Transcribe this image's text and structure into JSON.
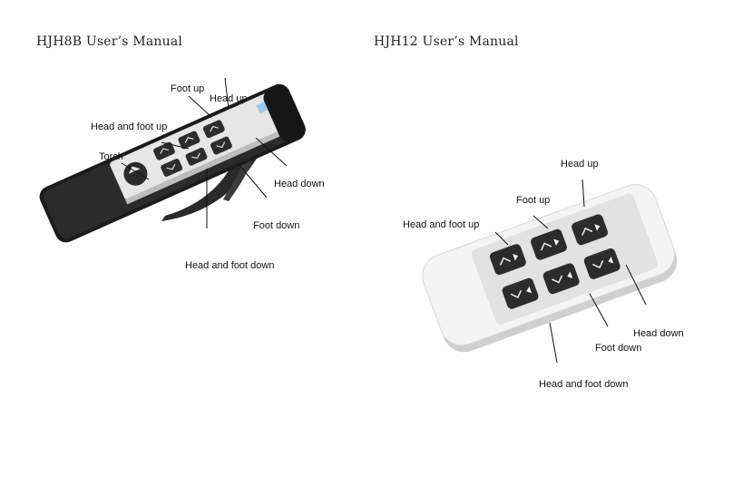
{
  "headings": {
    "left": "HJH8B User’s Manual",
    "right": "HJH12 User’s Manual"
  },
  "hjh8b_labels": {
    "foot_up": "Foot up",
    "head_up": "Head up",
    "head_and_foot_up": "Head and foot up",
    "torch": "Torch",
    "head_down": "Head down",
    "foot_down": "Foot down",
    "head_and_foot_down": "Head and foot down"
  },
  "hjh12_labels": {
    "head_up": "Head up",
    "foot_up": "Foot up",
    "head_and_foot_up": "Head and foot up",
    "head_down": "Head down",
    "foot_down": "Foot down",
    "head_and_foot_down": "Head and foot down"
  }
}
